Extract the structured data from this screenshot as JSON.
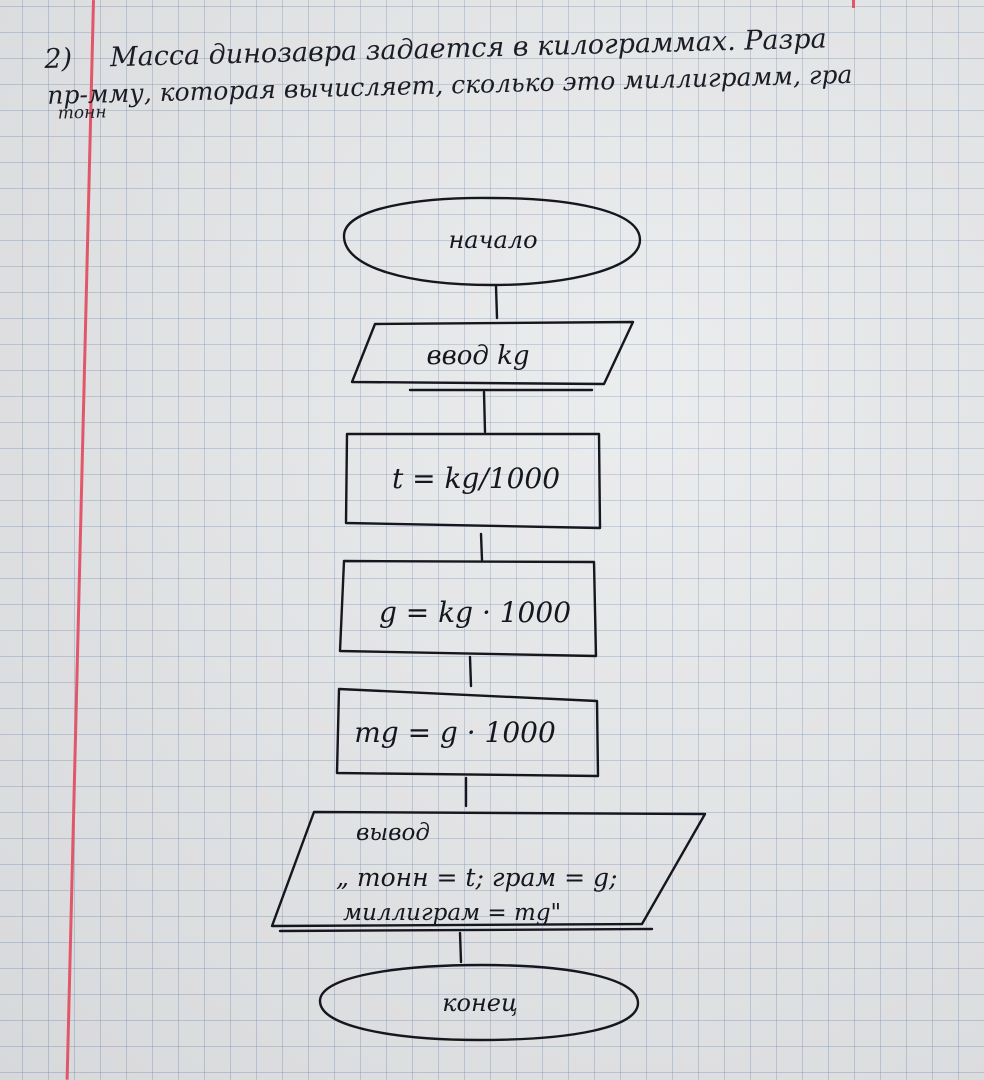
{
  "problem": {
    "number": "2)",
    "line1": "Масса динозавра задается в килограммах. Разра",
    "line2": "пр-мму, которая вычисляет, сколько это миллиграмм, гра",
    "line3": "тонн"
  },
  "flowchart": {
    "start": "начало",
    "input": "ввод kg",
    "step_tons": "t = kg/1000",
    "step_grams": "g = kg · 1000",
    "step_mg": "mg = g · 1000",
    "output_title": "вывод",
    "output_line1": "„ тонн = t; грам = g;",
    "output_line2": "миллиграм = mg\"",
    "end": "конец"
  },
  "colors": {
    "paper": "#e9eaec",
    "grid": "#7896be",
    "margin_line": "#e2566a",
    "ink": "#16161e"
  }
}
